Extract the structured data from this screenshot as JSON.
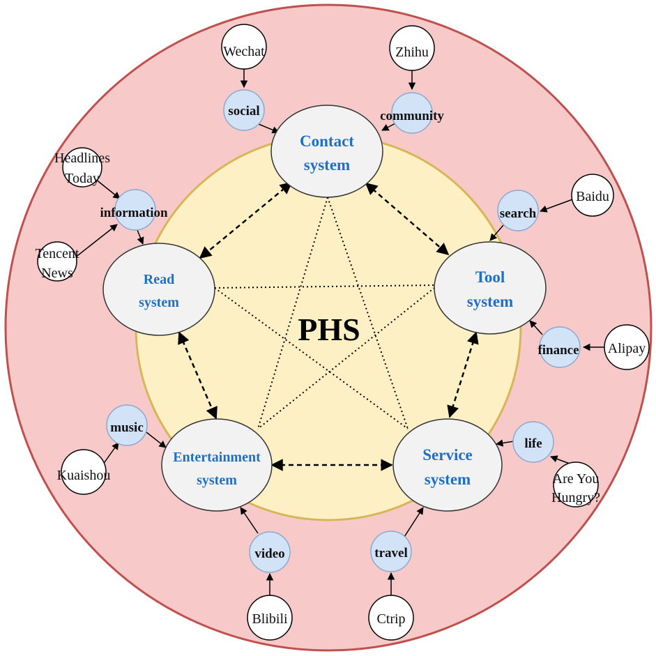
{
  "center": {
    "label": "PHS"
  },
  "systems": {
    "contact": {
      "line1": "Contact",
      "line2": "system"
    },
    "tool": {
      "line1": "Tool",
      "line2": "system"
    },
    "service": {
      "line1": "Service",
      "line2": "system"
    },
    "entertainment": {
      "line1": "Entertainment",
      "line2": "system"
    },
    "read": {
      "line1": "Read",
      "line2": "system"
    }
  },
  "categories": {
    "social": "social",
    "community": "community",
    "search": "search",
    "finance": "finance",
    "life": "life",
    "travel": "travel",
    "video": "video",
    "music": "music",
    "information": "information"
  },
  "apps": {
    "wechat": {
      "line1": "Wechat"
    },
    "zhihu": {
      "line1": "Zhihu"
    },
    "baidu": {
      "line1": "Baidu"
    },
    "alipay": {
      "line1": "Alipay"
    },
    "are_you_hungry": {
      "line1": "Are You",
      "line2": "Hungry?"
    },
    "ctrip": {
      "line1": "Ctrip"
    },
    "blibili": {
      "line1": "Blibili"
    },
    "kuaishou": {
      "line1": "Kuaishou"
    },
    "tencent_news": {
      "line1": "Tencent",
      "line2": "News"
    },
    "headlines_today": {
      "line1": "Headlines",
      "line2": "Today"
    }
  },
  "colors": {
    "outer_fill": "#f7c9c9",
    "outer_stroke": "#c0504d",
    "inner_fill": "#fdf0c4",
    "inner_stroke": "#d6b656",
    "system_fill": "#f2f2f2",
    "category_fill": "#d3e3f7",
    "app_fill": "#ffffff",
    "system_text": "#1f6fc4"
  }
}
